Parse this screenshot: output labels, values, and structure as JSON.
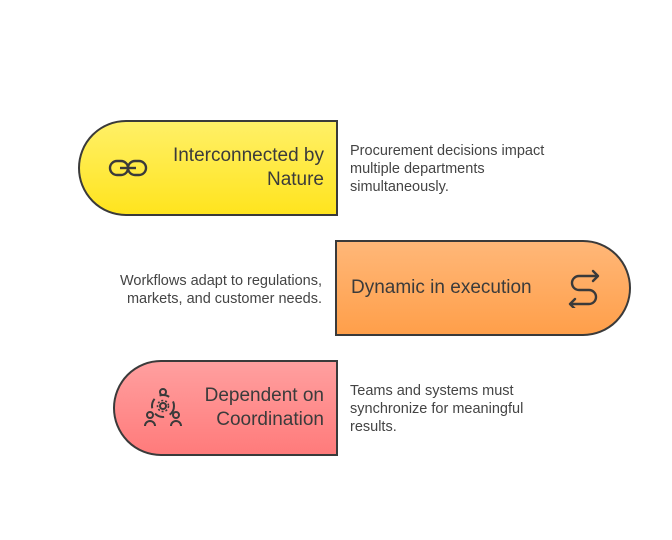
{
  "items": [
    {
      "title_line1": "Interconnected by",
      "title_line2": "Nature",
      "description_lines": [
        "Procurement decisions impact",
        "multiple departments",
        "simultaneously."
      ],
      "icon": "link-icon",
      "color": "#ffe94a"
    },
    {
      "title_line1": "Dynamic in execution",
      "description_lines": [
        "Workflows adapt to regulations,",
        "markets, and customer needs."
      ],
      "icon": "route-arrow-icon",
      "color": "#ffab5c"
    },
    {
      "title_line1": "Dependent on",
      "title_line2": "Coordination",
      "description_lines": [
        "Teams and systems must",
        "synchronize for meaningful",
        "results."
      ],
      "icon": "team-gear-icon",
      "color": "#ff8c8c"
    }
  ]
}
